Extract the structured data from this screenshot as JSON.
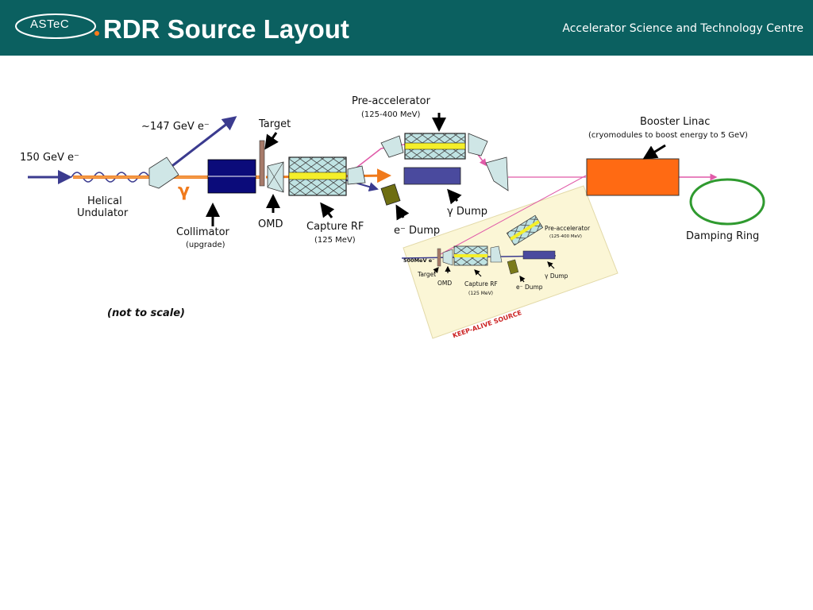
{
  "header": {
    "logo_text": "ASTeC",
    "title": "RDR Source Layout",
    "organisation": "Accelerator Science and Technology Centre"
  },
  "colors": {
    "header_bg": "#0b6060",
    "beam_orange": "#f07a1c",
    "electron_line": "#3b3b8f",
    "positron_line": "#e05aa8",
    "booster": "#ff6a13",
    "ring": "#2f9a2f"
  },
  "diagram": {
    "labels": {
      "input_beam": "150 GeV e⁻",
      "spent_beam": "~147 GeV e⁻",
      "undulator": [
        "Helical",
        "Undulator"
      ],
      "gamma": "γ",
      "collimator": "Collimator",
      "collimator_sub": "(upgrade)",
      "target": "Target",
      "omd": "OMD",
      "capture_rf": "Capture RF",
      "capture_rf_sub": "(125 MeV)",
      "e_dump": "e⁻ Dump",
      "gamma_dump": "γ Dump",
      "pre_accelerator": "Pre-accelerator",
      "pre_accelerator_sub": "(125-400 MeV)",
      "booster": "Booster Linac",
      "booster_sub": "(cryomodules to boost energy to 5 GeV)",
      "damping_ring": "Damping Ring",
      "note": "(not to scale)"
    },
    "keep_alive": {
      "title": "KEEP-ALIVE SOURCE",
      "beam": "500MeV e⁻",
      "target": "Target",
      "omd": "OMD",
      "capture_rf": "Capture RF",
      "capture_rf_sub": "(125 MeV)",
      "e_dump": "e⁻ Dump",
      "gamma_dump": "γ Dump",
      "pre_accelerator": "Pre-accelerator",
      "pre_accelerator_sub": "(125-400 MeV)"
    }
  }
}
